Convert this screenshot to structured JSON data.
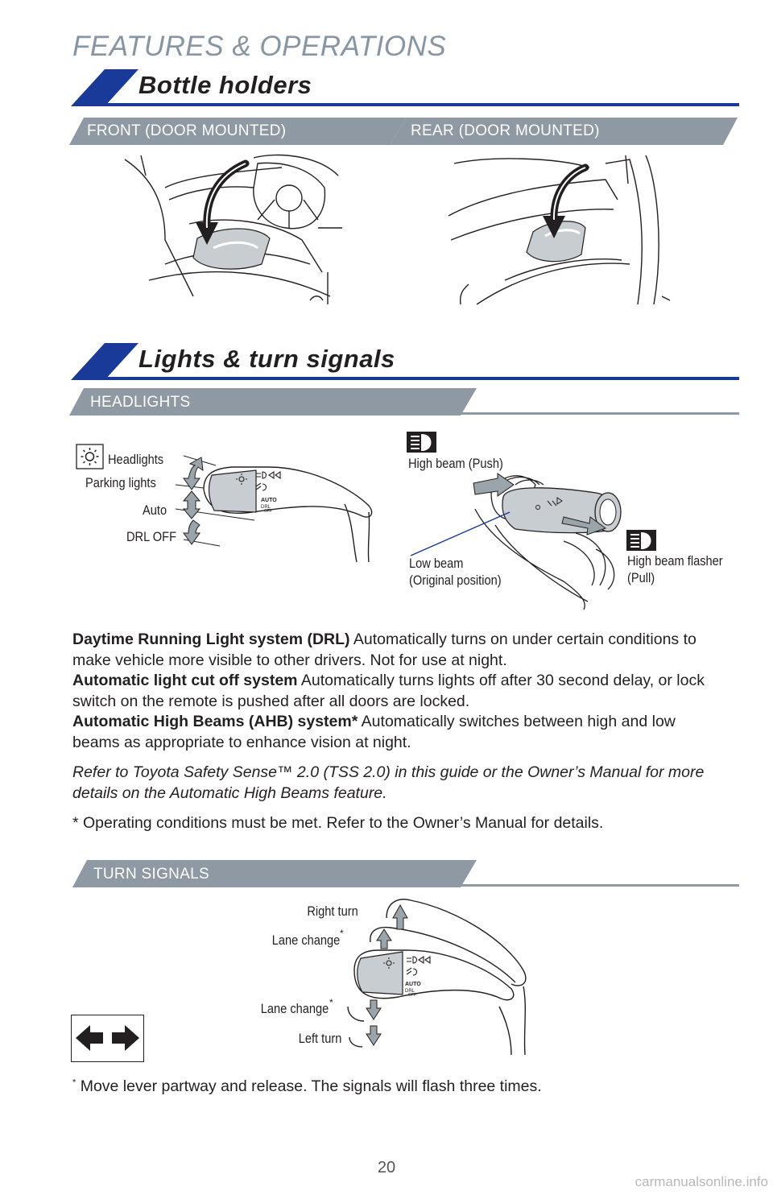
{
  "page": {
    "heading": "FEATURES & OPERATIONS",
    "page_number": "20",
    "watermark": "carmanualsonline.info"
  },
  "bottle_holders": {
    "title": "Bottle holders",
    "tabs": [
      "FRONT (DOOR MOUNTED)",
      "REAR (DOOR MOUNTED)"
    ]
  },
  "lights": {
    "title": "Lights & turn signals",
    "headlights_tab": "HEADLIGHTS",
    "switch_labels": {
      "headlights": "Headlights",
      "parking_lights": "Parking lights",
      "auto": "Auto",
      "drl_off": "DRL OFF"
    },
    "beam_labels": {
      "high_beam_push": "High beam (Push)",
      "low_beam_line1": "Low beam",
      "low_beam_line2": "(Original position)",
      "flasher_line1": "High beam flasher",
      "flasher_line2": "(Pull)"
    },
    "descriptions": [
      {
        "term": "Daytime Running Light system (DRL)",
        "text": " Automatically turns on under certain conditions to make vehicle more visible to other drivers. Not for use at night."
      },
      {
        "term": "Automatic light cut off system",
        "text": " Automatically turns lights off after 30 second delay, or lock switch on the remote is pushed after all doors are locked."
      },
      {
        "term": "Automatic High Beams (AHB) system*",
        "text": " Automatically switches between high and low beams as appropriate to enhance vision at night."
      }
    ],
    "refer_note": "Refer to Toyota Safety Sense™ 2.0 (TSS 2.0) in this guide or the Owner’s Manual for more details on the Automatic High Beams feature.",
    "operating_note": "* Operating conditions must be met. Refer to the Owner’s Manual for details."
  },
  "turn_signals": {
    "tab": "TURN SIGNALS",
    "labels": {
      "right_turn": "Right turn",
      "lane_change_up": "Lane change",
      "lane_change_down": "Lane change",
      "left_turn": "Left turn",
      "asterisk": "*"
    },
    "footnote_mark": "*",
    "footnote": " Move lever partway and release. The signals will flash three times."
  },
  "lever_markings": {
    "auto": "AUTO",
    "drl": "DRL",
    "off": "OFF"
  },
  "colors": {
    "brand_blue": "#1a3a9a",
    "tab_gray": "#8e99a3",
    "arrow_gray": "#9aa4ab",
    "heading_gray": "#8896a3"
  }
}
